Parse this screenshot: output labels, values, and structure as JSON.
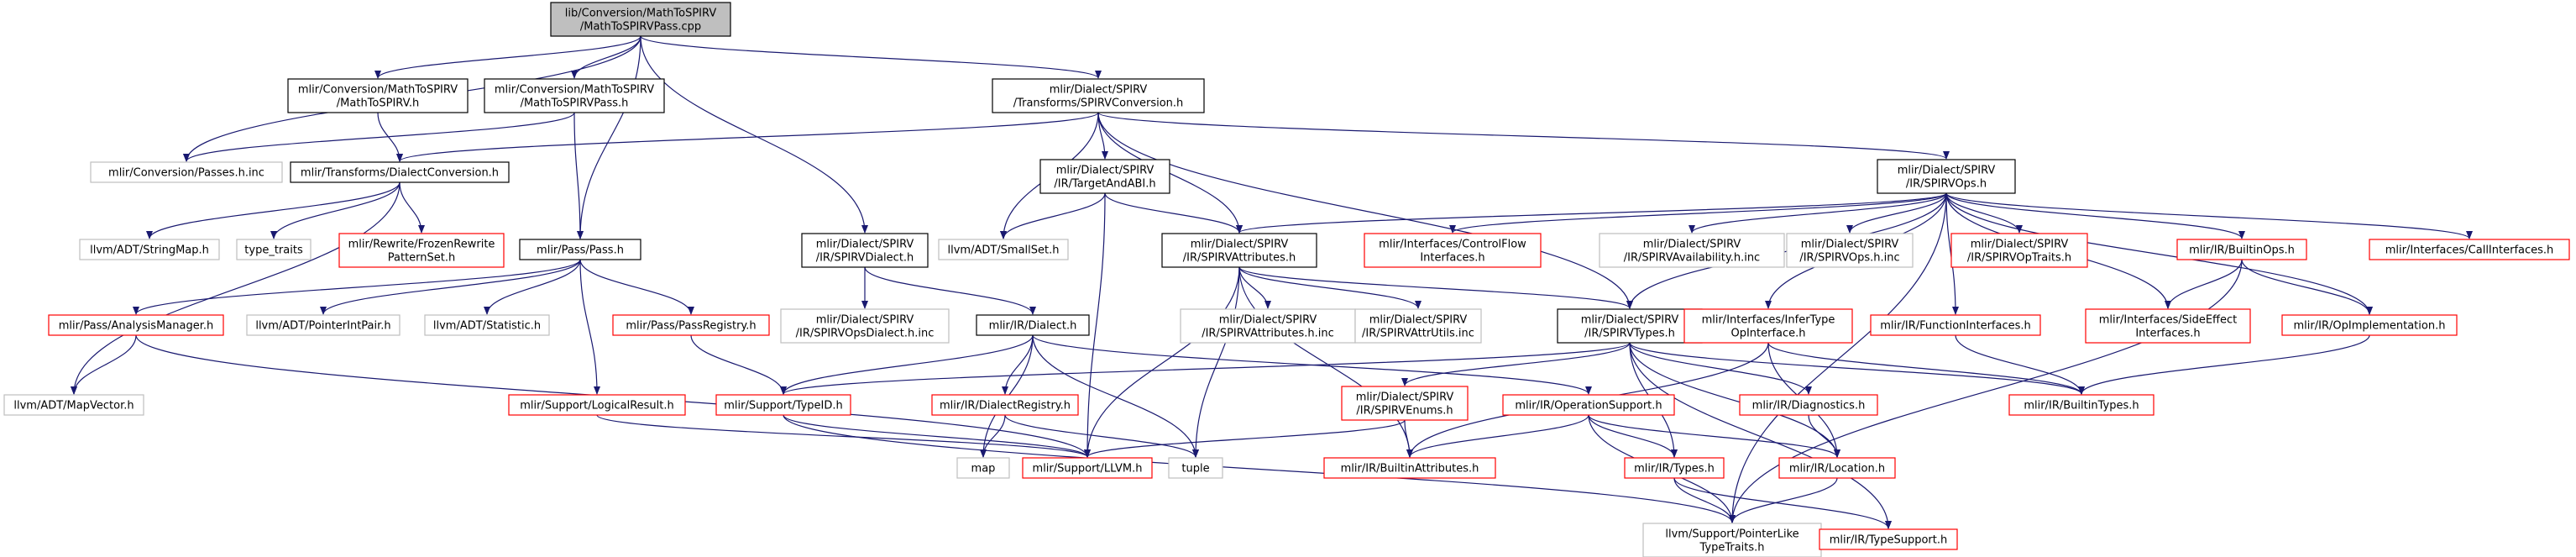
{
  "nodes": [
    {
      "id": "root",
      "lines": [
        "lib/Conversion/MathToSPIRV",
        "/MathToSPIRVPass.cpp"
      ],
      "style": "root"
    },
    {
      "id": "mathtospirv_h",
      "lines": [
        "mlir/Conversion/MathToSPIRV",
        "/MathToSPIRV.h"
      ],
      "style": "black"
    },
    {
      "id": "mathtospirvpass_h",
      "lines": [
        "mlir/Conversion/MathToSPIRV",
        "/MathToSPIRVPass.h"
      ],
      "style": "black"
    },
    {
      "id": "spirvconversion_h",
      "lines": [
        "mlir/Dialect/SPIRV",
        "/Transforms/SPIRVConversion.h"
      ],
      "style": "black"
    },
    {
      "id": "passes_inc",
      "lines": [
        "mlir/Conversion/Passes.h.inc"
      ],
      "style": "gray"
    },
    {
      "id": "dialectconversion_h",
      "lines": [
        "mlir/Transforms/DialectConversion.h"
      ],
      "style": "black"
    },
    {
      "id": "targetandabi_h",
      "lines": [
        "mlir/Dialect/SPIRV",
        "/IR/TargetAndABI.h"
      ],
      "style": "black"
    },
    {
      "id": "spirvops_h",
      "lines": [
        "mlir/Dialect/SPIRV",
        "/IR/SPIRVOps.h"
      ],
      "style": "black"
    },
    {
      "id": "stringmap_h",
      "lines": [
        "llvm/ADT/StringMap.h"
      ],
      "style": "gray"
    },
    {
      "id": "type_traits",
      "lines": [
        "type_traits"
      ],
      "style": "gray"
    },
    {
      "id": "frozenrewrite_h",
      "lines": [
        "mlir/Rewrite/FrozenRewrite",
        "PatternSet.h"
      ],
      "style": "red"
    },
    {
      "id": "pass_h",
      "lines": [
        "mlir/Pass/Pass.h"
      ],
      "style": "black"
    },
    {
      "id": "spirvdialect_h",
      "lines": [
        "mlir/Dialect/SPIRV",
        "/IR/SPIRVDialect.h"
      ],
      "style": "black"
    },
    {
      "id": "smallset_h",
      "lines": [
        "llvm/ADT/SmallSet.h"
      ],
      "style": "gray"
    },
    {
      "id": "spirvattributes_h",
      "lines": [
        "mlir/Dialect/SPIRV",
        "/IR/SPIRVAttributes.h"
      ],
      "style": "black"
    },
    {
      "id": "controlflow_h",
      "lines": [
        "mlir/Interfaces/ControlFlow",
        "Interfaces.h"
      ],
      "style": "red"
    },
    {
      "id": "spirvavailability_inc",
      "lines": [
        "mlir/Dialect/SPIRV",
        "/IR/SPIRVAvailability.h.inc"
      ],
      "style": "gray"
    },
    {
      "id": "spirvops_inc",
      "lines": [
        "mlir/Dialect/SPIRV",
        "/IR/SPIRVOps.h.inc"
      ],
      "style": "gray"
    },
    {
      "id": "spirvoptraits_h",
      "lines": [
        "mlir/Dialect/SPIRV",
        "/IR/SPIRVOpTraits.h"
      ],
      "style": "red"
    },
    {
      "id": "builtinops_h",
      "lines": [
        "mlir/IR/BuiltinOps.h"
      ],
      "style": "red"
    },
    {
      "id": "callinterfaces_h",
      "lines": [
        "mlir/Interfaces/CallInterfaces.h"
      ],
      "style": "red"
    },
    {
      "id": "analysismanager_h",
      "lines": [
        "mlir/Pass/AnalysisManager.h"
      ],
      "style": "red"
    },
    {
      "id": "pointerintpair_h",
      "lines": [
        "llvm/ADT/PointerIntPair.h"
      ],
      "style": "gray"
    },
    {
      "id": "statistic_h",
      "lines": [
        "llvm/ADT/Statistic.h"
      ],
      "style": "gray"
    },
    {
      "id": "passregistry_h",
      "lines": [
        "mlir/Pass/PassRegistry.h"
      ],
      "style": "red"
    },
    {
      "id": "spirvopsdialect_inc",
      "lines": [
        "mlir/Dialect/SPIRV",
        "/IR/SPIRVOpsDialect.h.inc"
      ],
      "style": "gray"
    },
    {
      "id": "dialect_h",
      "lines": [
        "mlir/IR/Dialect.h"
      ],
      "style": "black"
    },
    {
      "id": "spirvattributes_inc",
      "lines": [
        "mlir/Dialect/SPIRV",
        "/IR/SPIRVAttributes.h.inc"
      ],
      "style": "gray"
    },
    {
      "id": "spirvattrutils_inc",
      "lines": [
        "mlir/Dialect/SPIRV",
        "/IR/SPIRVAttrUtils.inc"
      ],
      "style": "gray"
    },
    {
      "id": "spirvtypes_h",
      "lines": [
        "mlir/Dialect/SPIRV",
        "/IR/SPIRVTypes.h"
      ],
      "style": "black"
    },
    {
      "id": "infertype_h",
      "lines": [
        "mlir/Interfaces/InferType",
        "OpInterface.h"
      ],
      "style": "red"
    },
    {
      "id": "functioninterfaces_h",
      "lines": [
        "mlir/IR/FunctionInterfaces.h"
      ],
      "style": "red"
    },
    {
      "id": "sideeffect_h",
      "lines": [
        "mlir/Interfaces/SideEffect",
        "Interfaces.h"
      ],
      "style": "red"
    },
    {
      "id": "opimplementation_h",
      "lines": [
        "mlir/IR/OpImplementation.h"
      ],
      "style": "red"
    },
    {
      "id": "mapvector_h",
      "lines": [
        "llvm/ADT/MapVector.h"
      ],
      "style": "gray"
    },
    {
      "id": "logicalresult_h",
      "lines": [
        "mlir/Support/LogicalResult.h"
      ],
      "style": "red"
    },
    {
      "id": "typeid_h",
      "lines": [
        "mlir/Support/TypeID.h"
      ],
      "style": "red"
    },
    {
      "id": "dialectregistry_h",
      "lines": [
        "mlir/IR/DialectRegistry.h"
      ],
      "style": "red"
    },
    {
      "id": "spirvenums_h",
      "lines": [
        "mlir/Dialect/SPIRV",
        "/IR/SPIRVEnums.h"
      ],
      "style": "red"
    },
    {
      "id": "operationsupport_h",
      "lines": [
        "mlir/IR/OperationSupport.h"
      ],
      "style": "red"
    },
    {
      "id": "diagnostics_h",
      "lines": [
        "mlir/IR/Diagnostics.h"
      ],
      "style": "red"
    },
    {
      "id": "builtintypes_h",
      "lines": [
        "mlir/IR/BuiltinTypes.h"
      ],
      "style": "red"
    },
    {
      "id": "map",
      "lines": [
        "map"
      ],
      "style": "gray"
    },
    {
      "id": "llvm_h",
      "lines": [
        "mlir/Support/LLVM.h"
      ],
      "style": "red"
    },
    {
      "id": "tuple",
      "lines": [
        "tuple"
      ],
      "style": "gray"
    },
    {
      "id": "builtinattributes_h",
      "lines": [
        "mlir/IR/BuiltinAttributes.h"
      ],
      "style": "red"
    },
    {
      "id": "types_h",
      "lines": [
        "mlir/IR/Types.h"
      ],
      "style": "red"
    },
    {
      "id": "location_h",
      "lines": [
        "mlir/IR/Location.h"
      ],
      "style": "red"
    },
    {
      "id": "pointerliketypetraits_h",
      "lines": [
        "llvm/Support/PointerLike",
        "TypeTraits.h"
      ],
      "style": "gray"
    },
    {
      "id": "typesupport_h",
      "lines": [
        "mlir/IR/TypeSupport.h"
      ],
      "style": "red"
    }
  ],
  "edges": [
    [
      "root",
      "mathtospirv_h"
    ],
    [
      "root",
      "mathtospirvpass_h"
    ],
    [
      "root",
      "spirvconversion_h"
    ],
    [
      "root",
      "passes_inc"
    ],
    [
      "root",
      "pass_h"
    ],
    [
      "root",
      "spirvdialect_h"
    ],
    [
      "mathtospirv_h",
      "dialectconversion_h"
    ],
    [
      "mathtospirvpass_h",
      "passes_inc"
    ],
    [
      "mathtospirvpass_h",
      "pass_h"
    ],
    [
      "spirvconversion_h",
      "dialectconversion_h"
    ],
    [
      "spirvconversion_h",
      "targetandabi_h"
    ],
    [
      "spirvconversion_h",
      "spirvops_h"
    ],
    [
      "spirvconversion_h",
      "smallset_h"
    ],
    [
      "spirvconversion_h",
      "spirvattributes_h"
    ],
    [
      "spirvconversion_h",
      "spirvtypes_h"
    ],
    [
      "dialectconversion_h",
      "stringmap_h"
    ],
    [
      "dialectconversion_h",
      "type_traits"
    ],
    [
      "dialectconversion_h",
      "frozenrewrite_h"
    ],
    [
      "dialectconversion_h",
      "mapvector_h"
    ],
    [
      "targetandabi_h",
      "smallset_h"
    ],
    [
      "targetandabi_h",
      "spirvattributes_h"
    ],
    [
      "targetandabi_h",
      "llvm_h"
    ],
    [
      "spirvops_h",
      "spirvattributes_h"
    ],
    [
      "spirvops_h",
      "controlflow_h"
    ],
    [
      "spirvops_h",
      "spirvavailability_inc"
    ],
    [
      "spirvops_h",
      "spirvops_inc"
    ],
    [
      "spirvops_h",
      "spirvoptraits_h"
    ],
    [
      "spirvops_h",
      "builtinops_h"
    ],
    [
      "spirvops_h",
      "callinterfaces_h"
    ],
    [
      "spirvops_h",
      "infertype_h"
    ],
    [
      "spirvops_h",
      "functioninterfaces_h"
    ],
    [
      "spirvops_h",
      "sideeffect_h"
    ],
    [
      "spirvops_h",
      "opimplementation_h"
    ],
    [
      "spirvops_h",
      "spirvtypes_h"
    ],
    [
      "spirvops_h",
      "pointerliketypetraits_h"
    ],
    [
      "pass_h",
      "analysismanager_h"
    ],
    [
      "pass_h",
      "pointerintpair_h"
    ],
    [
      "pass_h",
      "statistic_h"
    ],
    [
      "pass_h",
      "passregistry_h"
    ],
    [
      "pass_h",
      "logicalresult_h"
    ],
    [
      "spirvdialect_h",
      "spirvopsdialect_inc"
    ],
    [
      "spirvdialect_h",
      "dialect_h"
    ],
    [
      "spirvattributes_h",
      "spirvattributes_inc"
    ],
    [
      "spirvattributes_h",
      "spirvattrutils_inc"
    ],
    [
      "spirvattributes_h",
      "spirvtypes_h"
    ],
    [
      "spirvattributes_h",
      "builtinattributes_h"
    ],
    [
      "spirvattributes_h",
      "llvm_h"
    ],
    [
      "spirvattributes_h",
      "tuple"
    ],
    [
      "builtinops_h",
      "sideeffect_h"
    ],
    [
      "builtinops_h",
      "opimplementation_h"
    ],
    [
      "builtinops_h",
      "pointerliketypetraits_h"
    ],
    [
      "analysismanager_h",
      "mapvector_h"
    ],
    [
      "analysismanager_h",
      "llvm_h"
    ],
    [
      "passregistry_h",
      "typeid_h"
    ],
    [
      "dialect_h",
      "typeid_h"
    ],
    [
      "dialect_h",
      "dialectregistry_h"
    ],
    [
      "dialect_h",
      "operationsupport_h"
    ],
    [
      "dialect_h",
      "map"
    ],
    [
      "dialect_h",
      "tuple"
    ],
    [
      "spirvtypes_h",
      "spirvenums_h"
    ],
    [
      "spirvtypes_h",
      "diagnostics_h"
    ],
    [
      "spirvtypes_h",
      "builtintypes_h"
    ],
    [
      "spirvtypes_h",
      "types_h"
    ],
    [
      "spirvtypes_h",
      "location_h"
    ],
    [
      "spirvtypes_h",
      "typeid_h"
    ],
    [
      "spirvtypes_h",
      "typesupport_h"
    ],
    [
      "infertype_h",
      "builtinattributes_h"
    ],
    [
      "infertype_h",
      "location_h"
    ],
    [
      "infertype_h",
      "builtintypes_h"
    ],
    [
      "functioninterfaces_h",
      "builtintypes_h"
    ],
    [
      "opimplementation_h",
      "builtintypes_h"
    ],
    [
      "logicalresult_h",
      "llvm_h"
    ],
    [
      "typeid_h",
      "llvm_h"
    ],
    [
      "typeid_h",
      "pointerliketypetraits_h"
    ],
    [
      "dialectregistry_h",
      "map"
    ],
    [
      "dialectregistry_h",
      "tuple"
    ],
    [
      "spirvenums_h",
      "builtinattributes_h"
    ],
    [
      "spirvenums_h",
      "llvm_h"
    ],
    [
      "operationsupport_h",
      "builtinattributes_h"
    ],
    [
      "operationsupport_h",
      "types_h"
    ],
    [
      "operationsupport_h",
      "location_h"
    ],
    [
      "operationsupport_h",
      "pointerliketypetraits_h"
    ],
    [
      "diagnostics_h",
      "location_h"
    ],
    [
      "types_h",
      "typesupport_h"
    ],
    [
      "types_h",
      "pointerliketypetraits_h"
    ],
    [
      "location_h",
      "pointerliketypetraits_h"
    ]
  ],
  "colors": {
    "edge": "#191970",
    "black": "#000000",
    "red": "#ff0000",
    "gray": "#bfbfbf",
    "root_fill": "#bfbfbf",
    "text": "#000000"
  }
}
